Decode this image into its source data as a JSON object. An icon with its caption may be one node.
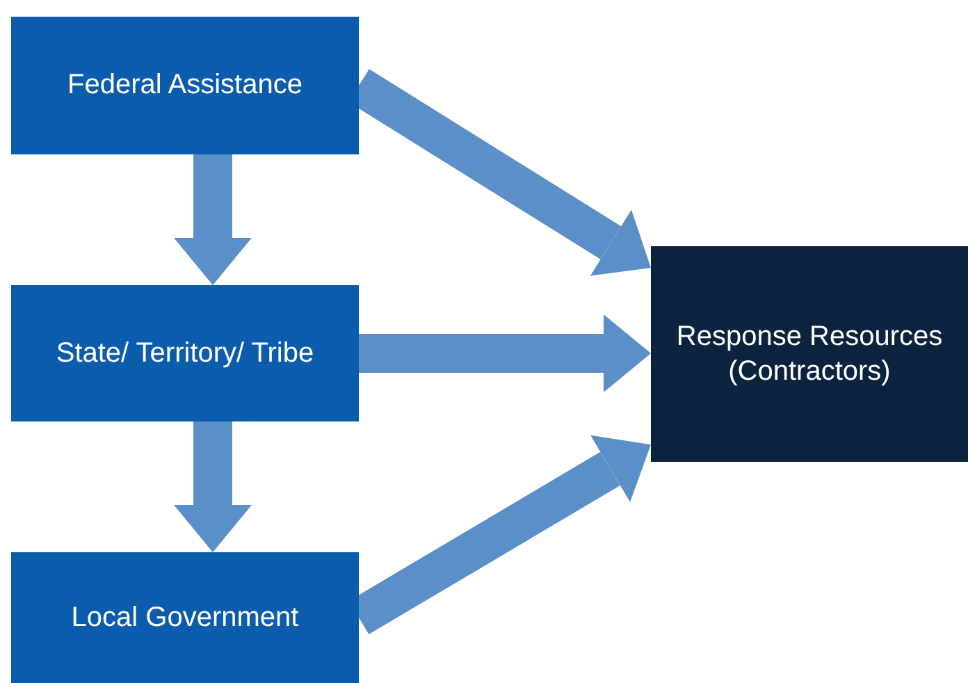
{
  "diagram": {
    "nodes": [
      {
        "text": [
          "Federal Assistance"
        ]
      },
      {
        "text": [
          "State/ Territory/ Tribe"
        ]
      },
      {
        "text": [
          "Local Government"
        ]
      },
      {
        "text": [
          "Response Resources (Contractors)"
        ]
      }
    ],
    "edges": [
      {
        "from": 0,
        "to": 1,
        "arrow": "to"
      },
      {
        "from": 1,
        "to": 2,
        "arrow": "to"
      },
      {
        "from": 0,
        "to": 3,
        "arrow": "to"
      },
      {
        "from": 1,
        "to": 3,
        "arrow": "to"
      },
      {
        "from": 2,
        "to": 3,
        "arrow": "to"
      }
    ]
  }
}
